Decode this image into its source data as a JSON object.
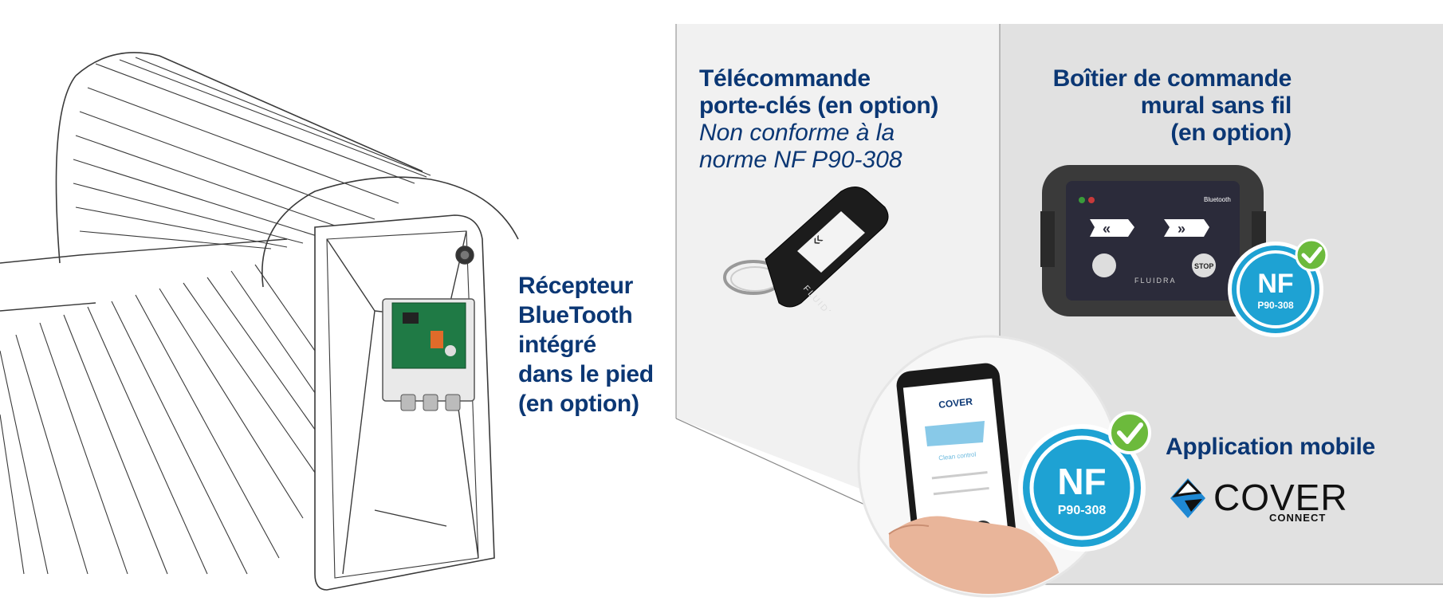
{
  "colors": {
    "navy": "#0b3774",
    "nf_blue": "#1ea2d3",
    "check_green": "#6cba3c",
    "panel_light": "#f1f1f1",
    "panel_dark": "#e1e1e1"
  },
  "receiver": {
    "lines": [
      "Récepteur",
      "BlueTooth",
      "intégré",
      "dans le pied",
      "(en option)"
    ]
  },
  "remote": {
    "title_lines": [
      "Télécommande",
      "porte-clés (en option)"
    ],
    "note_lines": [
      "Non conforme à la",
      "norme NF P90-308"
    ],
    "brand": "FLUIDRA"
  },
  "wall_box": {
    "title_lines": [
      "Boîtier de commande",
      "mural sans fil",
      "(en option)"
    ],
    "brand": "FLUIDRA",
    "bt_label": "Bluetooth",
    "stop_label": "STOP"
  },
  "app": {
    "title": "Application mobile",
    "logo_word": "COVER",
    "logo_sub": "CONNECT",
    "phone_logo": "COVER",
    "phone_heading": "Clean control"
  },
  "nf_badge": {
    "big": "NF",
    "small": "P90-308"
  }
}
